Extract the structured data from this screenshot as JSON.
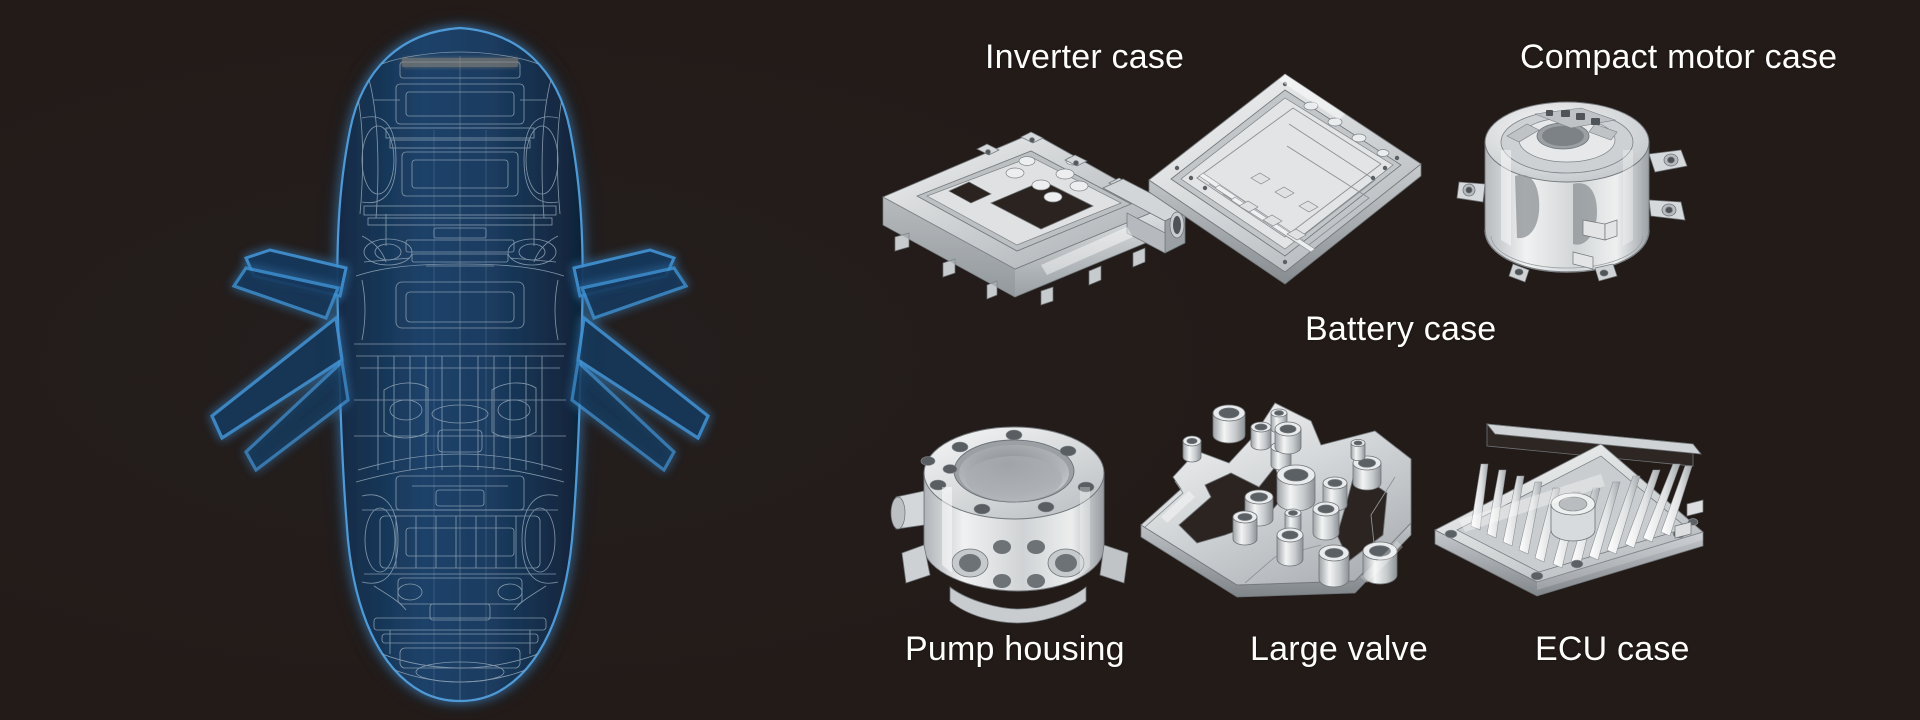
{
  "scene": {
    "background_color": "#231b18",
    "kind": "automotive-die-cast-parts-overview"
  },
  "vehicle": {
    "name": "car-wireframe-top-view",
    "style": "glowing blue wireframe",
    "body_color": "#1b3c61",
    "line_color": "#8f9fb0",
    "glow_color": "#2f74bb"
  },
  "parts": [
    {
      "id": "inverter-case",
      "label": "Inverter case",
      "label_position": "above",
      "material_color": "#d9dbdc",
      "shape": "rectangular die-cast housing with open top frame, bolt bosses and side duct"
    },
    {
      "id": "battery-case",
      "label": "Battery case",
      "label_position": "below",
      "material_color": "#d2d5d7",
      "shape": "large flat rectangular tray with internal ribs and cooling channels"
    },
    {
      "id": "compact-motor-case",
      "label": "Compact motor case",
      "label_position": "above",
      "material_color": "#d8dadb",
      "shape": "cylindrical motor housing with central bore and mounting lugs"
    },
    {
      "id": "pump-housing",
      "label": "Pump housing",
      "label_position": "below",
      "material_color": "#d6d9da",
      "shape": "round bored housing with bolt-hole flange and side ports"
    },
    {
      "id": "large-valve",
      "label": "Large valve",
      "label_position": "below",
      "material_color": "#d4d7d9",
      "shape": "irregular valve body plate with many cylindrical bosses and bores"
    },
    {
      "id": "ecu-case",
      "label": "ECU case",
      "label_position": "below",
      "material_color": "#dcdedf",
      "shape": "finned heat-sink plate with central cylindrical boss and corner holes"
    }
  ],
  "labels": {
    "inverter": "Inverter case",
    "battery": "Battery case",
    "motor": "Compact motor case",
    "pump": "Pump housing",
    "valve": "Large valve",
    "ecu": "ECU case"
  }
}
